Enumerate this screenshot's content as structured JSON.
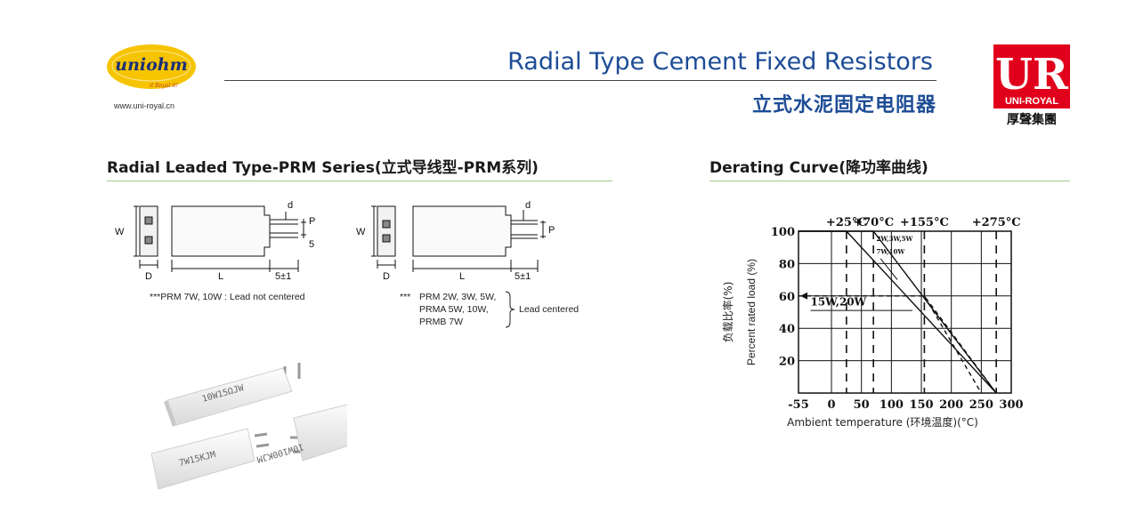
{
  "header": {
    "brand": "uniohm",
    "brand_tagline": "it Royal it!",
    "website": "www.uni-royal.cn",
    "title_en": "Radial Type Cement Fixed Resistors",
    "title_zh": "立式水泥固定电阻器",
    "logo_mark": "UR",
    "logo_name": "UNI-ROYAL",
    "logo_zh": "厚聲集團",
    "colors": {
      "title": "#1d4c96",
      "logo_red": "#e0001b",
      "brand_yellow": "#f6c400"
    }
  },
  "prm_section": {
    "title": "Radial  Leaded Type-PRM Series(立式导线型-PRM系列)",
    "dim_labels": {
      "W": "W",
      "D": "D",
      "L": "L",
      "d": "d",
      "P": "P",
      "five": "5",
      "five_tol": "5±1"
    },
    "note_left": "***PRM 7W, 10W : Lead not centered",
    "note_right_prefix": "***",
    "note_right_lines": [
      "PRM 2W, 3W, 5W,",
      "PRMA 5W, 10W,",
      "PRMB 7W"
    ],
    "note_right_label": "Lead centered",
    "photo_labels": [
      "10W15ΩJW",
      "7W15KJM",
      "10W100KJM"
    ]
  },
  "derating_section": {
    "title": "Derating Curve(降功率曲线)",
    "chart_data": {
      "type": "line",
      "xlabel": "Ambient temperature (环境温度)(°C)",
      "ylabel_zh": "负载比率(%)",
      "ylabel": "Percent rated load (%)",
      "xlim": [
        -55,
        300
      ],
      "ylim": [
        0,
        100
      ],
      "x_ticks": [
        "-55",
        "0",
        "50",
        "100",
        "150",
        "200",
        "250",
        "300"
      ],
      "y_ticks": [
        "100",
        "80",
        "60",
        "40",
        "20"
      ],
      "top_labels": [
        "+25°C",
        "+70°C",
        "+155°C",
        "+275°C"
      ],
      "grid": true,
      "series": [
        {
          "name": "2W,3W,5W",
          "style": "solid",
          "x": [
            -55,
            25,
            275
          ],
          "y": [
            100,
            100,
            0
          ]
        },
        {
          "name": "7W,10W",
          "style": "solid",
          "x": [
            -55,
            70,
            275
          ],
          "y": [
            100,
            100,
            0
          ]
        },
        {
          "name": "15W,20W",
          "style": "dashed",
          "x": [
            -55,
            155,
            275
          ],
          "y": [
            60,
            60,
            0
          ]
        },
        {
          "name": "",
          "style": "dashed",
          "x": [
            155,
            250
          ],
          "y": [
            60,
            0
          ]
        }
      ],
      "annotations": [
        "2W,3W,5W",
        "7W,10W",
        "15W,20W"
      ]
    }
  }
}
